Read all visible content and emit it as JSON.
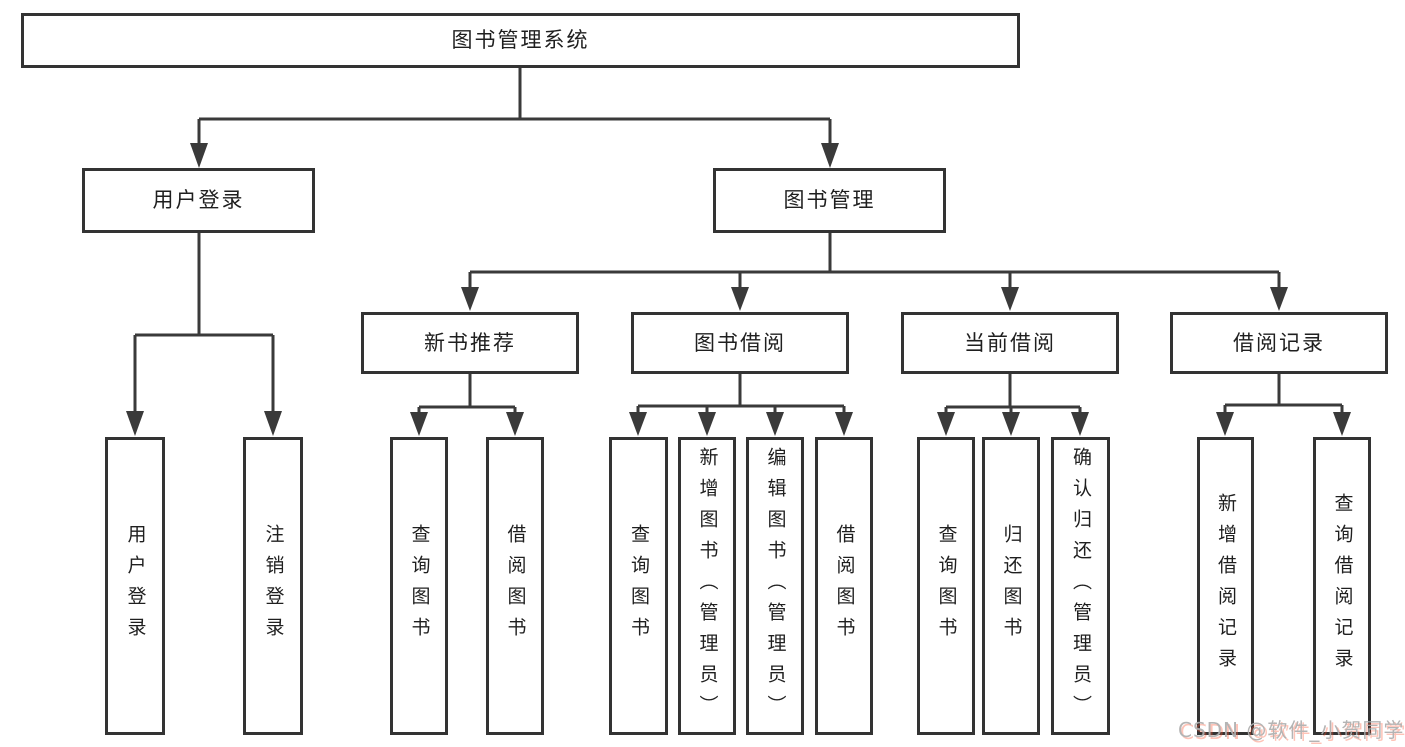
{
  "tree": {
    "root": {
      "label": "图书管理系统",
      "children": [
        {
          "label": "用户登录",
          "children": [
            {
              "label": "用户登录"
            },
            {
              "label": "注销登录"
            }
          ]
        },
        {
          "label": "图书管理",
          "children": [
            {
              "label": "新书推荐",
              "children": [
                {
                  "label": "查询图书"
                },
                {
                  "label": "借阅图书"
                }
              ]
            },
            {
              "label": "图书借阅",
              "children": [
                {
                  "label": "查询图书"
                },
                {
                  "label": "新增图书（管理员）"
                },
                {
                  "label": "编辑图书（管理员）"
                },
                {
                  "label": "借阅图书"
                }
              ]
            },
            {
              "label": "当前借阅",
              "children": [
                {
                  "label": "查询图书"
                },
                {
                  "label": "归还图书"
                },
                {
                  "label": "确认归还（管理员）"
                }
              ]
            },
            {
              "label": "借阅记录",
              "children": [
                {
                  "label": "新增借阅记录"
                },
                {
                  "label": "查询借阅记录"
                }
              ]
            }
          ]
        }
      ]
    }
  },
  "watermark": {
    "text": "CSDN @软件_小贺同学"
  },
  "colors": {
    "line": "#3a3a3a",
    "box_border": "#333333",
    "text": "#1f1f1f",
    "background": "#ffffff",
    "watermark_gray": "#aeaeae",
    "watermark_red": "#fc5531"
  }
}
